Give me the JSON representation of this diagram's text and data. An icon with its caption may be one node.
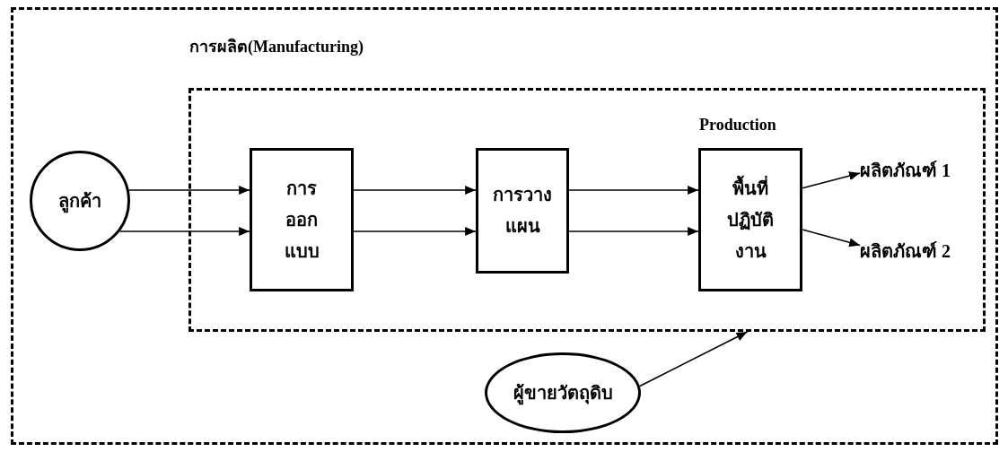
{
  "diagram": {
    "nodes": [
      {
        "text": [
          "การผลิต(Manufacturing)"
        ]
      },
      {
        "text": [
          "Production"
        ],
        "in": 0
      },
      {
        "text": [
          "ลูกค้า"
        ],
        "in": 0
      },
      {
        "text": [
          "การออกแบบ"
        ],
        "in": 1
      },
      {
        "text": [
          "การวางแผน"
        ],
        "in": 1
      },
      {
        "text": [
          "พื้นที่ปฏิบัติงาน"
        ],
        "in": 1
      },
      {
        "text": [
          "ผลิตภัณฑ์ 1"
        ],
        "in": 1
      },
      {
        "text": [
          "ผลิตภัณฑ์ 2"
        ],
        "in": 1
      },
      {
        "text": [
          "ผู้ขายวัตถุดิบ"
        ],
        "in": 0
      }
    ],
    "edges": [
      {
        "from": 2,
        "to": 3,
        "arrow": "to"
      },
      {
        "from": 2,
        "to": 3,
        "arrow": "to"
      },
      {
        "from": 3,
        "to": 4,
        "arrow": "to"
      },
      {
        "from": 3,
        "to": 4,
        "arrow": "to"
      },
      {
        "from": 4,
        "to": 5,
        "arrow": "to"
      },
      {
        "from": 4,
        "to": 5,
        "arrow": "to"
      },
      {
        "from": 5,
        "to": 6,
        "arrow": "to"
      },
      {
        "from": 5,
        "to": 7,
        "arrow": "to"
      },
      {
        "from": 8,
        "to": 1,
        "arrow": "to"
      }
    ]
  }
}
